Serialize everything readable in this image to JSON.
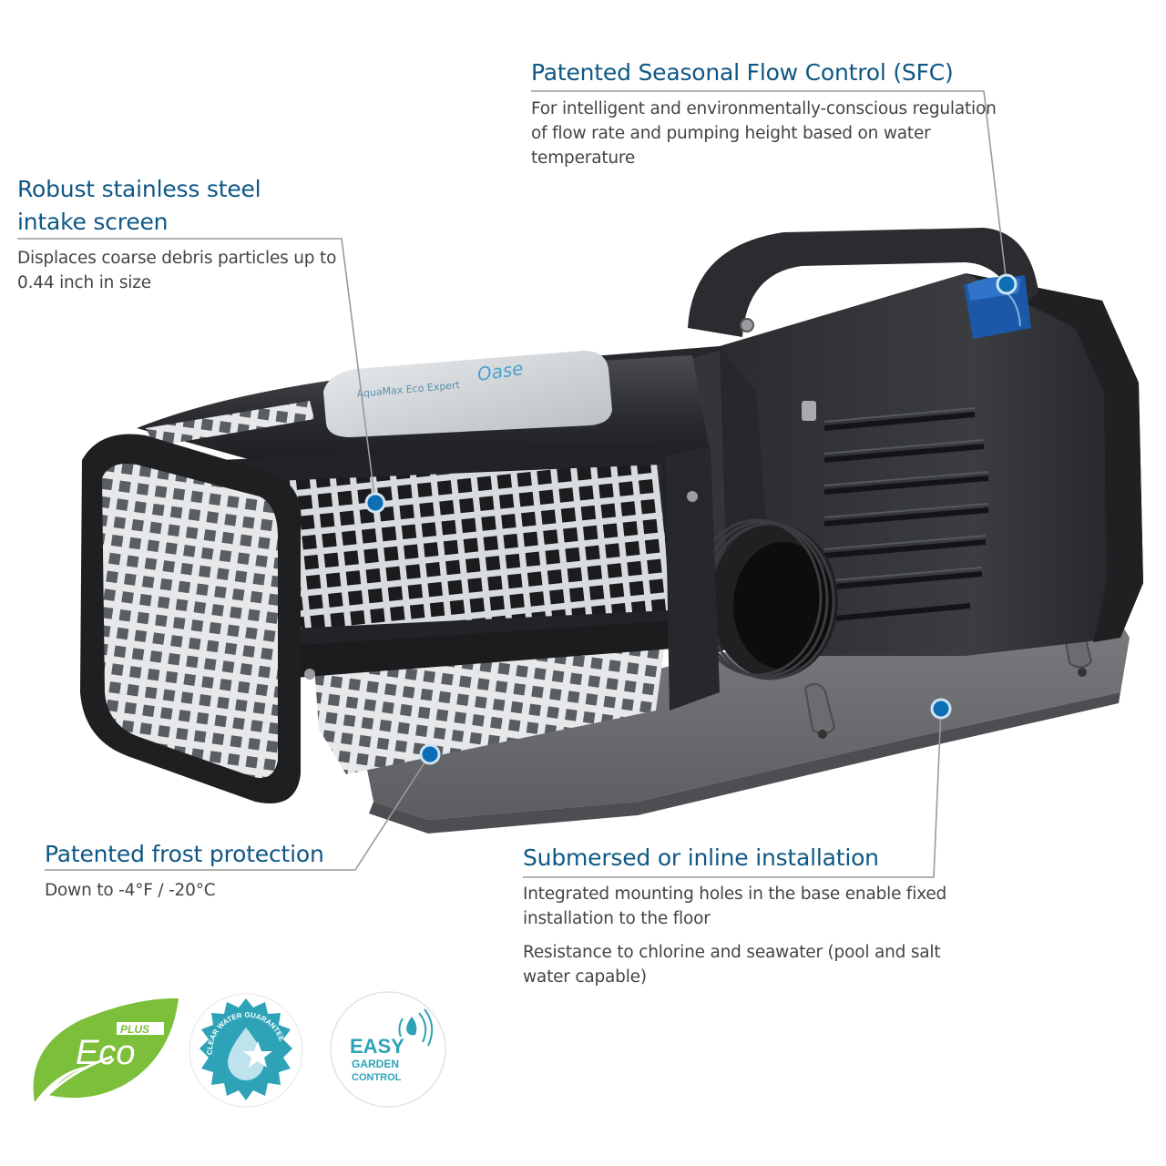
{
  "product": {
    "label_plate_text": "AquaMax Eco Expert",
    "logo_text": "Oase"
  },
  "callouts": {
    "sfc": {
      "title": "Patented Seasonal Flow Control (SFC)",
      "body": "For intelligent and environmentally-conscious regulation of flow rate and pumping height based on water temperature"
    },
    "intake_screen": {
      "title_line1": "Robust stainless steel",
      "title_line2": "intake screen",
      "body": "Displaces coarse debris particles up to 0.44 inch in size"
    },
    "frost": {
      "title": "Patented frost protection",
      "body": "Down to -4°F / -20°C"
    },
    "installation": {
      "title": "Submersed or inline installation",
      "body1": "Integrated mounting holes in the base enable fixed installation to the floor",
      "body2": "Resistance to chlorine and seawater (pool and salt water capable)"
    }
  },
  "badges": {
    "eco": {
      "main": "Eco",
      "sup": "PLUS"
    },
    "clear_water": {
      "text": "CLEAR WATER GUARANTEE"
    },
    "easy_garden": {
      "line1": "EASY",
      "line2": "GARDEN",
      "line3": "CONTROL"
    }
  },
  "colors": {
    "heading_blue": "#0f5784",
    "marker_blue": "#0d6db5",
    "leader_gray": "#9a9a9a",
    "body_gray": "#444444",
    "eco_green": "#7cbf3a",
    "teal": "#2ea3b8"
  }
}
